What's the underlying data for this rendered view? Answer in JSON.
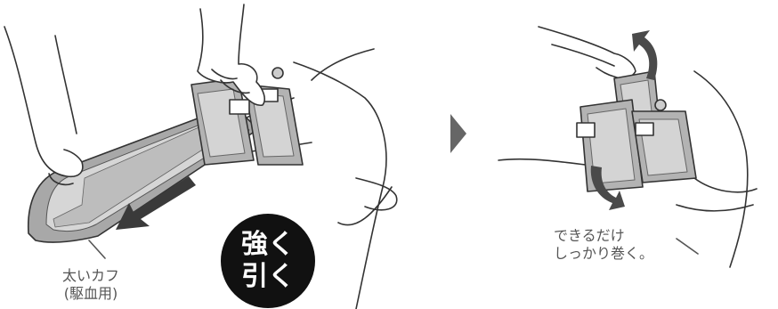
{
  "labels": {
    "cuff_line1": "太いカフ",
    "cuff_line2": "(駆血用)",
    "wrap_line1": "できるだけ",
    "wrap_line2": "しっかり巻く。"
  },
  "badge": {
    "line1": "強く",
    "line2": "引く"
  },
  "colors": {
    "stroke": "#333333",
    "cuff_gray": "#9a9a9a",
    "cuff_light": "#d0d0d0",
    "arrow_gray": "#555555",
    "badge_bg": "#111111"
  }
}
